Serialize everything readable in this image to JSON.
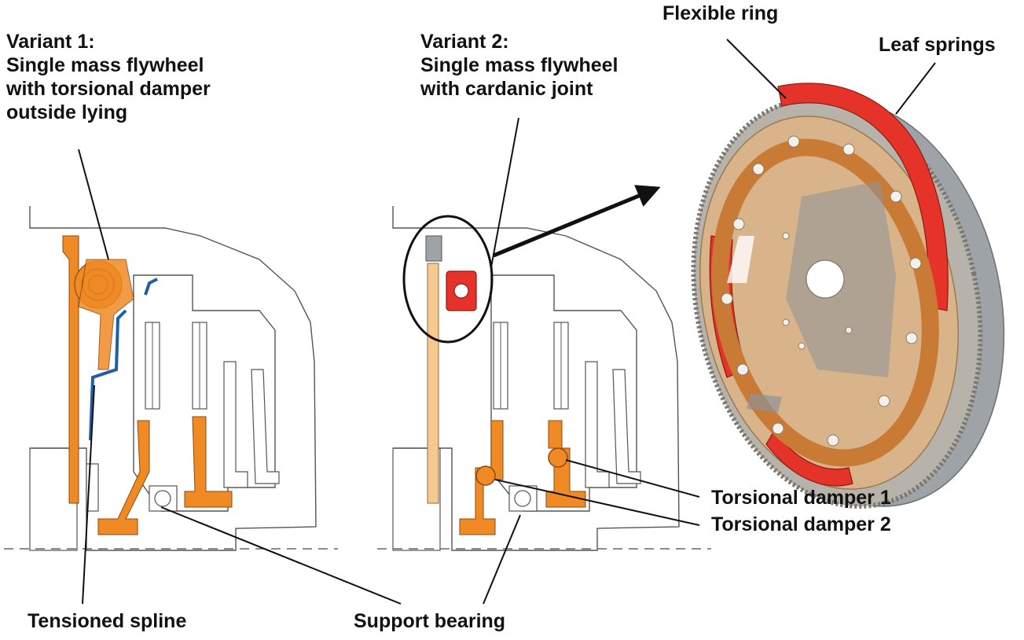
{
  "labels": {
    "variant1": {
      "line1": "Variant 1:",
      "line2": "Single mass flywheel",
      "line3": "with torsional damper",
      "line4": "outside lying"
    },
    "variant2": {
      "line1": "Variant 2:",
      "line2": "Single mass flywheel",
      "line3": "with cardanic joint"
    },
    "flexible_ring": "Flexible ring",
    "leaf_springs": "Leaf springs",
    "torsional_damper_1": "Torsional damper 1",
    "torsional_damper_2": "Torsional damper 2",
    "tensioned_spline": "Tensioned spline",
    "support_bearing": "Support bearing"
  },
  "colors": {
    "orange": "#f08a24",
    "light_orange": "#f5c98f",
    "red": "#e5332a",
    "blue": "#1f5fa8",
    "tan": "#d9b48a",
    "gray": "#9ea3a8",
    "line": "#222222"
  }
}
